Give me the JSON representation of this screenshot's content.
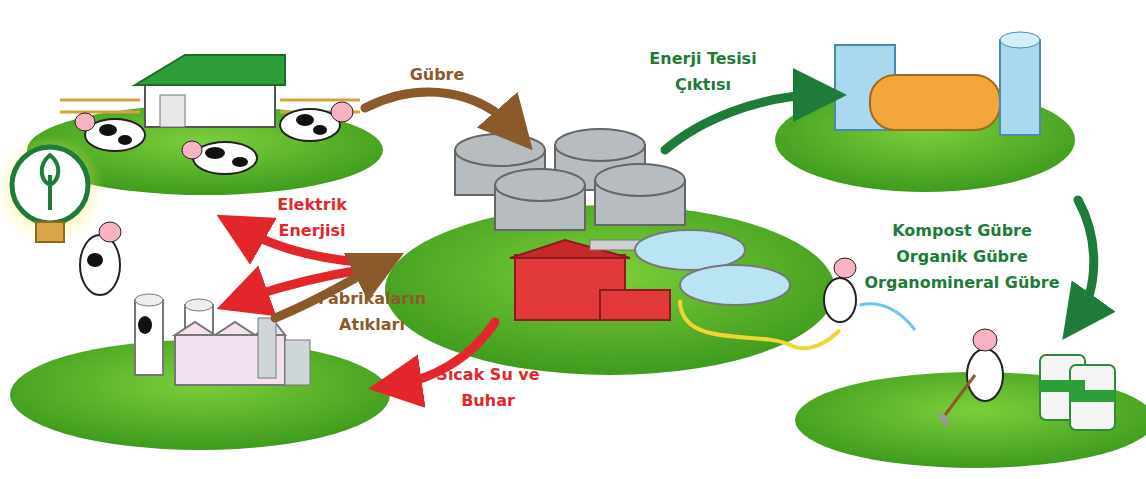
{
  "diagram": {
    "labels": [
      "Gübre",
      "Enerji Tesisi Çıktısı",
      "Elektrik Enerjisi",
      "Fabrikaların Atıkları",
      "Sıcak Su ve Buhar",
      "Kompost Gübre",
      "Organik Gübre",
      "Organomineral Gübre"
    ]
  }
}
